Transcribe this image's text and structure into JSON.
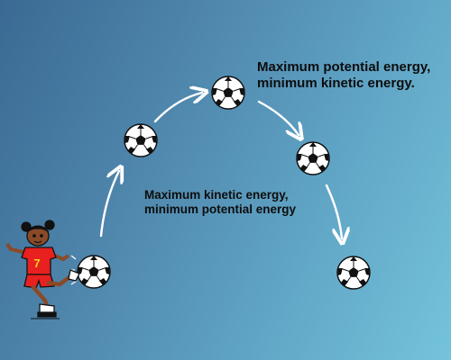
{
  "labels": {
    "top": {
      "line1": "Maximum potential energy,",
      "line2": "minimum kinetic energy."
    },
    "low": {
      "line1": "Maximum kinetic energy,",
      "line2": "minimum potential energy"
    }
  },
  "player": {
    "jersey_number": "7",
    "jersey_color": "#e8201f",
    "shorts_color": "#e8201f"
  },
  "colors": {
    "arrow": "#ffffff",
    "background_start": "#3a6a93",
    "background_end": "#74c3db",
    "ball_white": "#ffffff",
    "ball_black": "#111111"
  },
  "icons": [
    "soccer-ball-icon",
    "arrow-icon",
    "girl-kicking-ball-icon"
  ]
}
